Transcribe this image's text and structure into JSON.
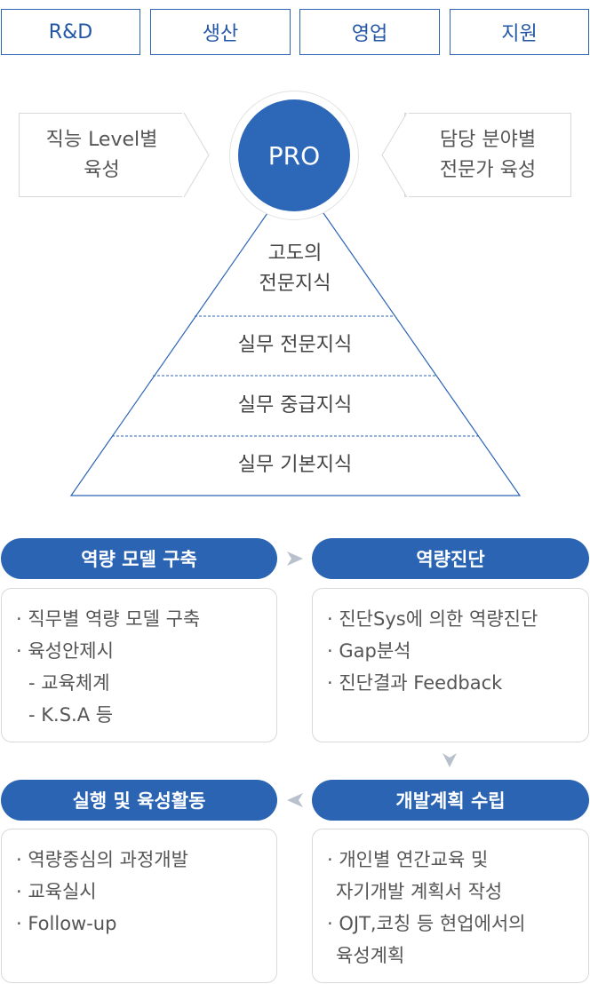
{
  "tabs": [
    {
      "label": "R&D"
    },
    {
      "label": "생산"
    },
    {
      "label": "영업"
    },
    {
      "label": "지원"
    }
  ],
  "left_box": {
    "line1": "직능 Level별",
    "line2": "육성"
  },
  "right_box": {
    "line1": "담당 분야별",
    "line2": "전문가 육성"
  },
  "pro": {
    "label": "PRO"
  },
  "pyramid": {
    "levels": [
      {
        "line1": "고도의",
        "line2": "전문지식"
      },
      {
        "label": "실무 전문지식"
      },
      {
        "label": "실무 중급지식"
      },
      {
        "label": "실무 기본지식"
      }
    ]
  },
  "steps": [
    {
      "title": "역량 모델 구축",
      "items": [
        "· 직무별 역량 모델 구축",
        "· 육성안제시",
        "- 교육체계",
        "- K.S.A 등"
      ]
    },
    {
      "title": "역량진단",
      "items": [
        "· 진단Sys에 의한 역량진단",
        "· Gap분석",
        "· 진단결과 Feedback"
      ]
    },
    {
      "title": "개발계획 수립",
      "items": [
        "· 개인별 연간교육 및",
        "자기개발 계획서 작성",
        "· OJT,코칭 등 현업에서의",
        "육성계획"
      ]
    },
    {
      "title": "실행 및 육성활동",
      "items": [
        "· 역량중심의 과정개발",
        "· 교육실시",
        "· Follow-up"
      ]
    }
  ],
  "colors": {
    "primary": "#2a64b3",
    "border": "#d9d9d9",
    "arrow": "#b8c0cc"
  }
}
